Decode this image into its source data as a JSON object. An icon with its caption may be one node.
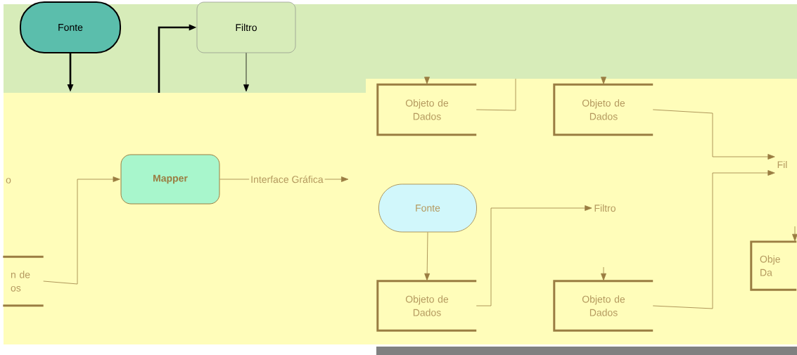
{
  "diagram": {
    "nodes": [
      {
        "text": [
          "Fonte"
        ]
      },
      {
        "text": [
          "Filtro"
        ]
      },
      {
        "text": [
          "o"
        ]
      },
      {
        "text": [
          "Mapper"
        ]
      },
      {
        "text": [
          "n de os"
        ]
      },
      {
        "text": [
          "Objeto de Dados"
        ]
      },
      {
        "text": [
          "Objeto de Dados"
        ]
      },
      {
        "text": [
          "Fonte"
        ]
      },
      {
        "text": [
          "Filtro"
        ]
      },
      {
        "text": [
          "Fil"
        ]
      },
      {
        "text": [
          "Obje Da"
        ]
      },
      {
        "text": [
          "Objeto de Dados"
        ]
      },
      {
        "text": [
          "Objeto de Dados"
        ]
      }
    ],
    "edges": [
      {
        "from": 0,
        "to": null,
        "arrow": "to",
        "style": "thick",
        "color": "#000000"
      },
      {
        "from": null,
        "to": 1,
        "arrow": "to",
        "style": "thick",
        "color": "#000000"
      },
      {
        "from": 1,
        "to": null,
        "arrow": "to",
        "color": "#000000"
      },
      {
        "from": 4,
        "to": 3,
        "arrow": "to"
      },
      {
        "from": 3,
        "to": null,
        "arrow": "to",
        "label": "Interface Gráfica"
      },
      {
        "from": null,
        "to": 5,
        "arrow": "to"
      },
      {
        "from": 5,
        "to": null,
        "arrow": "none"
      },
      {
        "from": null,
        "to": 6,
        "arrow": "to"
      },
      {
        "from": 6,
        "to": 9,
        "arrow": "to"
      },
      {
        "from": 12,
        "to": 9,
        "arrow": "to"
      },
      {
        "from": 7,
        "to": 11,
        "arrow": "to"
      },
      {
        "from": 11,
        "to": 8,
        "arrow": "to"
      },
      {
        "from": null,
        "to": 12,
        "arrow": "to"
      },
      {
        "from": null,
        "to": 10,
        "arrow": "to"
      }
    ]
  }
}
